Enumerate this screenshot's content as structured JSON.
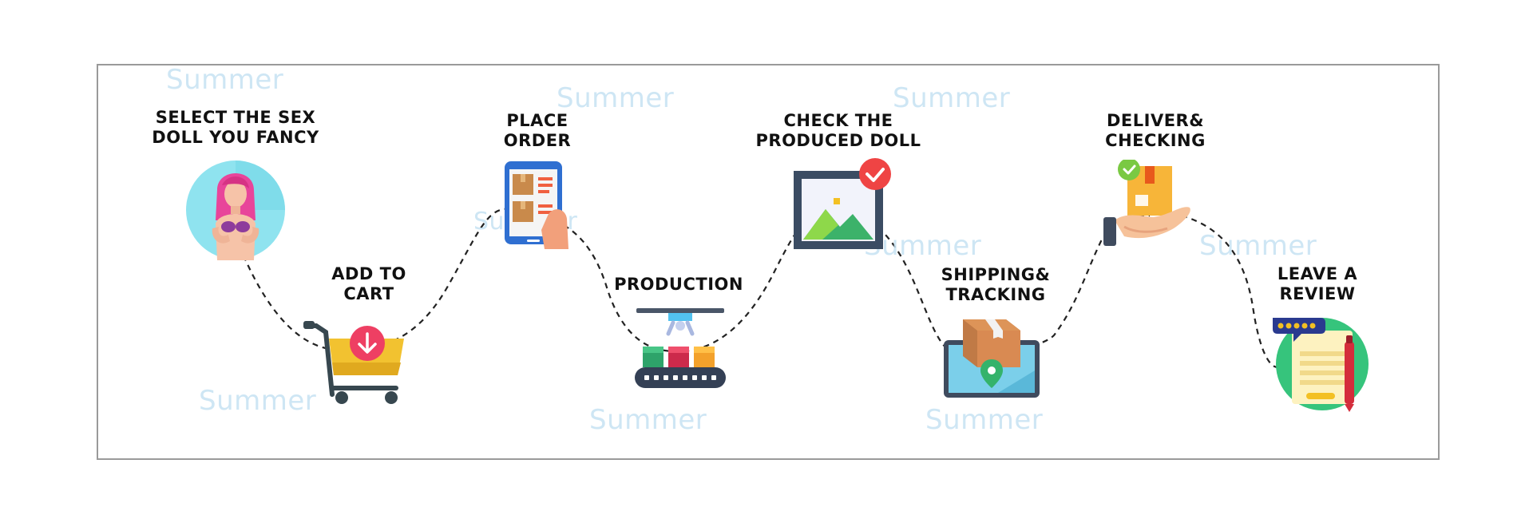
{
  "steps": [
    {
      "label": "SELECT THE SEX\nDOLL YOU FANCY",
      "icon": "doll-icon"
    },
    {
      "label": "ADD TO\nCART",
      "icon": "shopping-cart-icon"
    },
    {
      "label": "PLACE\nORDER",
      "icon": "phone-order-icon"
    },
    {
      "label": "PRODUCTION",
      "icon": "conveyor-belt-icon"
    },
    {
      "label": "CHECK THE\nPRODUCED DOLL",
      "icon": "picture-check-icon"
    },
    {
      "label": "SHIPPING&\nTRACKING",
      "icon": "package-tracking-icon"
    },
    {
      "label": "DELIVER&\nCHECKING",
      "icon": "hand-package-icon"
    },
    {
      "label": "LEAVE A\nREVIEW",
      "icon": "review-icon"
    }
  ],
  "watermark": "Summer",
  "colors": {
    "frame": "#9a9a9a",
    "path": "#222222",
    "watermark": "#c6e2f3",
    "label": "#111111"
  }
}
